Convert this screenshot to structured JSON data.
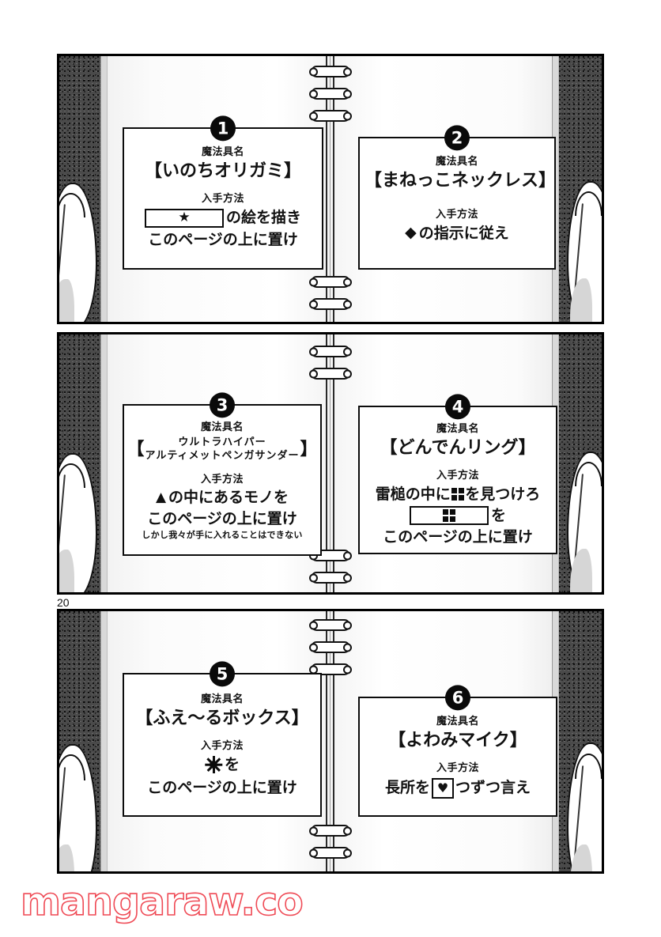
{
  "page": {
    "page_number": "20",
    "watermark": "mangaraw.co",
    "labels": {
      "item_name": "魔法具名",
      "how_to_obtain": "入手方法"
    }
  },
  "panels": [
    {
      "name": "panel-1",
      "notes": [
        {
          "badge": "1",
          "label": "魔法具名",
          "item_name": "【いのちオリガミ】",
          "method_label": "入手方法",
          "line_before": "",
          "slot_icon": "star-icon",
          "line_after": "の絵を描き",
          "final_line": "このページの上に置け",
          "footnote": ""
        },
        {
          "badge": "2",
          "label": "魔法具名",
          "item_name": "【まねっこネックレス】",
          "method_label": "入手方法",
          "inline_icon": "diamond-icon",
          "inline_text": "の指示に従え"
        }
      ]
    },
    {
      "name": "panel-2",
      "notes": [
        {
          "badge": "3",
          "label": "魔法具名",
          "item_name_line1": "ウルトラハイパー",
          "item_name_line2": "アルティメットペンガサンダー",
          "bracket_open": "【",
          "bracket_close": "】",
          "method_label": "入手方法",
          "inline_icon": "triangle-icon",
          "inline_text": "の中にあるモノを",
          "final_line": "このページの上に置け",
          "footnote": "しかし我々が手に入れることはできない"
        },
        {
          "badge": "4",
          "label": "魔法具名",
          "item_name": "【どんでんリング】",
          "method_label": "入手方法",
          "line1_before": "雷槌の中に",
          "line1_icon": "grid-four-icon",
          "line1_after": "を見つけろ",
          "slot_icon": "grid-four-icon",
          "line2_after": "を",
          "final_line": "このページの上に置け"
        }
      ]
    },
    {
      "name": "panel-3",
      "notes": [
        {
          "badge": "5",
          "label": "魔法具名",
          "item_name": "【ふえ〜るボックス】",
          "method_label": "入手方法",
          "inline_icon": "sun-icon",
          "inline_text": "を",
          "final_line": "このページの上に置け"
        },
        {
          "badge": "6",
          "label": "魔法具名",
          "item_name": "【よわみマイク】",
          "method_label": "入手方法",
          "line_before": "長所を",
          "slot_icon": "heart-icon",
          "line_after": "つずつ言え"
        }
      ]
    }
  ],
  "colors": {
    "ink": "#0c0c0c",
    "paper": "#ffffff",
    "cover": "#4a4a4a",
    "watermark": "#ef4a55"
  }
}
